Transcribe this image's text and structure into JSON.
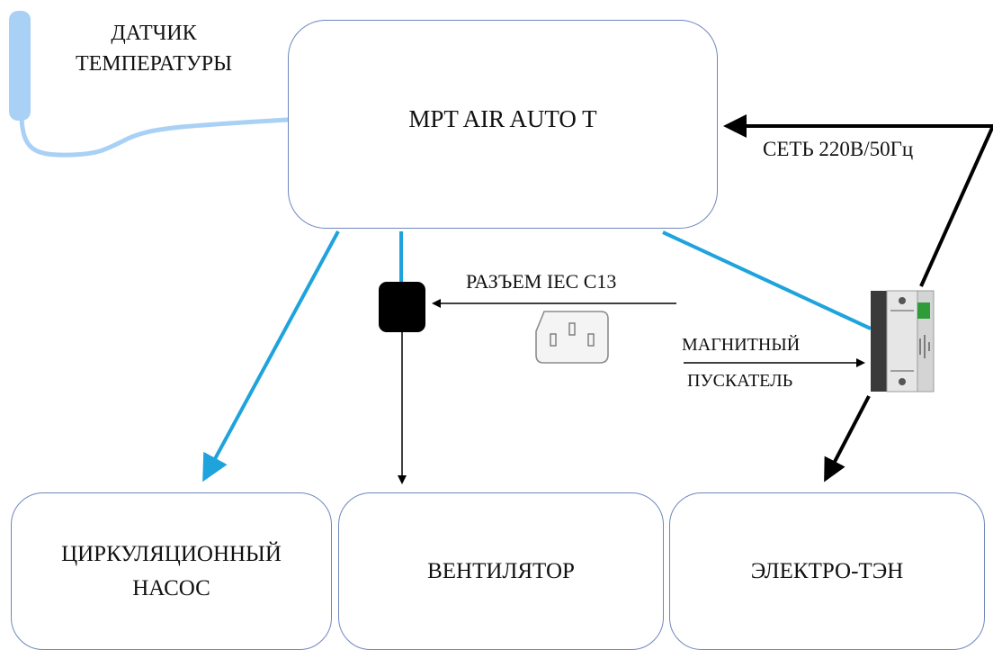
{
  "controller": {
    "label": "MPT AIR AUTO  T"
  },
  "sensor": {
    "label": "ДАТЧИК\nТЕМПЕРАТУРЫ"
  },
  "mains": {
    "label": "СЕТЬ 220В/50Гц"
  },
  "connector": {
    "label": "РАЗЪЕМ IEC C13"
  },
  "starter": {
    "label_line1": "МАГНИТНЫЙ",
    "label_line2": "ПУСКАТЕЛЬ"
  },
  "outputs": {
    "pump": "ЦИРКУЛЯЦИОННЫЙ\nНАСОС",
    "fan": "ВЕНТИЛЯТОР",
    "heater": "ЭЛЕКТРО-ТЭН"
  },
  "colors": {
    "control_line": "#1fa3dc",
    "power_line": "#000000",
    "box_border": "#6f86bd",
    "sensor_cable": "#a9d0f5"
  }
}
